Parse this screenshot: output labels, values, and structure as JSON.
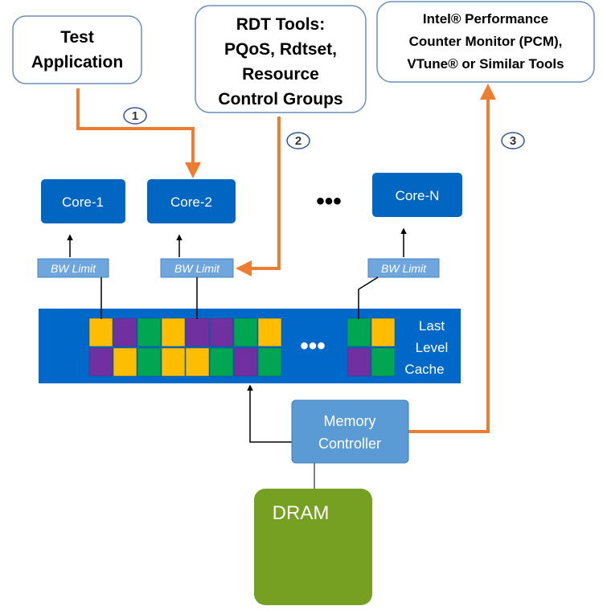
{
  "callouts": {
    "test_app": [
      "Test",
      "Application"
    ],
    "rdt_tools": [
      "RDT Tools:",
      "PQoS, Rdtset,",
      "Resource",
      "Control Groups"
    ],
    "pcm": [
      "Intel® Performance",
      "Counter Monitor (PCM),",
      "VTune® or Similar Tools"
    ]
  },
  "steps": [
    "1",
    "2",
    "3"
  ],
  "cores": [
    "Core-1",
    "Core-2",
    "Core-N"
  ],
  "core_ellipsis": "•••",
  "bw_limit_label": "BW Limit",
  "llc": {
    "label": [
      "Last",
      "Level",
      "Cache"
    ],
    "ellipsis": "•••",
    "top_row": [
      "yellow",
      "purple",
      "green",
      "yellow",
      "purple",
      "purple",
      "green",
      "yellow"
    ],
    "bottom_row": [
      "purple",
      "yellow",
      "green",
      "yellow",
      "yellow",
      "green",
      "purple",
      "green"
    ],
    "right_top_row": [
      "green",
      "yellow"
    ],
    "right_bottom_row": [
      "purple",
      "green"
    ]
  },
  "memory_controller": [
    "Memory",
    "Controller"
  ],
  "dram": "DRAM",
  "colors": {
    "orange_arrow": "#ed7d31",
    "core_blue": "#0066c2",
    "llc_blue": "#0068c8",
    "bw_box": "#6fa6de",
    "mc_box": "#5b9bd5",
    "dram_green": "#76a021",
    "cell_yellow": "#ffbd00",
    "cell_purple": "#7030a0",
    "cell_green": "#00a651",
    "callout_border": "#6d8fb8"
  }
}
